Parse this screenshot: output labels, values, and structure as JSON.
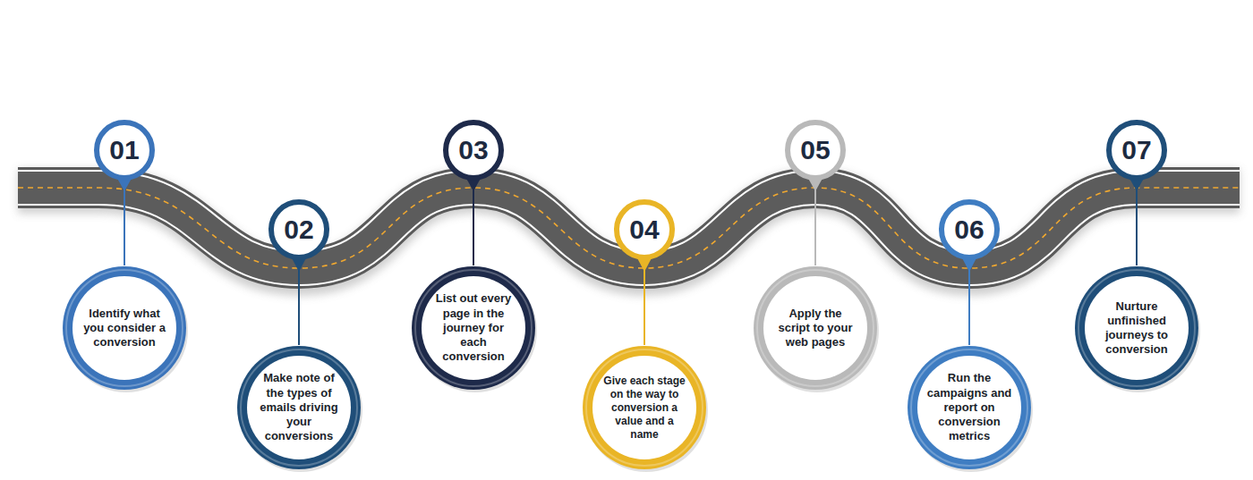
{
  "diagram": {
    "nodes": [
      {
        "text": [
          "01"
        ]
      },
      {
        "text": [
          "Identify what you consider a conversion"
        ]
      },
      {
        "text": [
          "02"
        ]
      },
      {
        "text": [
          "Make note of the types of emails driving your conversions"
        ]
      },
      {
        "text": [
          "03"
        ]
      },
      {
        "text": [
          "List out every page in the journey for each conversion"
        ]
      },
      {
        "text": [
          "04"
        ]
      },
      {
        "text": [
          "Give each stage on the way to conversion a value and a name"
        ]
      },
      {
        "text": [
          "05"
        ]
      },
      {
        "text": [
          "Apply the script to your web pages"
        ]
      },
      {
        "text": [
          "06"
        ]
      },
      {
        "text": [
          "Run the campaigns and report on conversion metrics"
        ]
      },
      {
        "text": [
          "07"
        ]
      },
      {
        "text": [
          "Nurture unfinished journeys to conversion"
        ]
      }
    ],
    "edges": [
      {
        "from": 0,
        "to": 1,
        "arrow": "none"
      },
      {
        "from": 2,
        "to": 3,
        "arrow": "none"
      },
      {
        "from": 4,
        "to": 5,
        "arrow": "none"
      },
      {
        "from": 6,
        "to": 7,
        "arrow": "none"
      },
      {
        "from": 8,
        "to": 9,
        "arrow": "none"
      },
      {
        "from": 10,
        "to": 11,
        "arrow": "none"
      },
      {
        "from": 12,
        "to": 13,
        "arrow": "none"
      }
    ]
  }
}
